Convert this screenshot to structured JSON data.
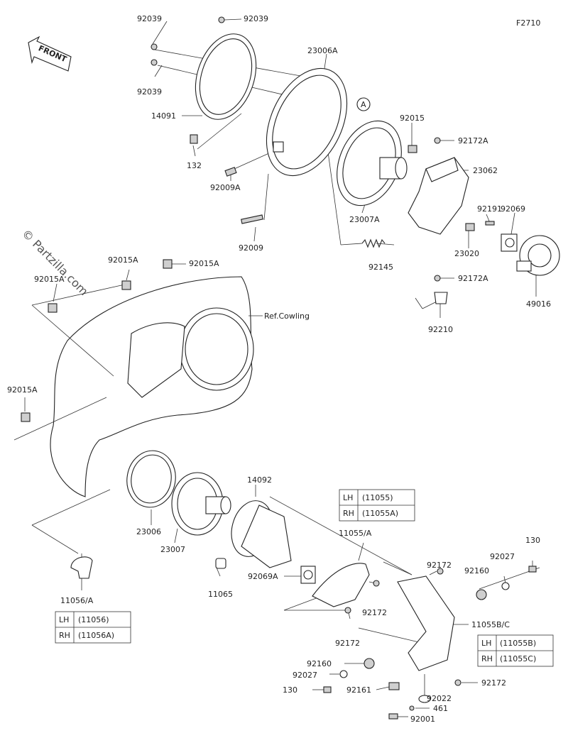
{
  "figure_code": "F2710",
  "watermark": "© Partzilla.com",
  "front_label": "FRONT",
  "ref_label": "Ref.Cowling",
  "callouts": {
    "c92039_top": "92039",
    "c92039_right": "92039",
    "c92039_low": "92039",
    "c14091": "14091",
    "c23006A": "23006A",
    "c132": "132",
    "c92009A": "92009A",
    "c92009": "92009",
    "c92015": "92015",
    "c92172A_top": "92172A",
    "c23062": "23062",
    "c23007A": "23007A",
    "c92191": "92191",
    "c92069": "92069",
    "c23020": "23020",
    "c92145": "92145",
    "c92172A_bot": "92172A",
    "c49016": "49016",
    "c92210": "92210",
    "c92015A_a": "92015A",
    "c92015A_b": "92015A",
    "c92015A_c": "92015A",
    "c92015A_d": "92015A",
    "c14092": "14092",
    "c23006": "23006",
    "c23007": "23007",
    "c11065": "11065",
    "c92069A": "92069A",
    "c11055A": "11055/A",
    "c92172_a": "92172",
    "c92172_b": "92172",
    "c92172_c": "92172",
    "c92172_d": "92172",
    "c130_top": "130",
    "c92027_top": "92027",
    "c92160_top": "92160",
    "c11055BC": "11055B/C",
    "c92160_bot": "92160",
    "c92027_bot": "92027",
    "c130_bot": "130",
    "c92161": "92161",
    "c92022": "92022",
    "c461": "461",
    "c92001": "92001",
    "c11056A": "11056/A"
  },
  "ref_a": "A",
  "tables": {
    "t11055": {
      "lh": "LH",
      "lh_part": "(11055)",
      "rh": "RH",
      "rh_part": "(11055A)"
    },
    "t11055b": {
      "lh": "LH",
      "lh_part": "(11055B)",
      "rh": "RH",
      "rh_part": "(11055C)"
    },
    "t11056": {
      "lh": "LH",
      "lh_part": "(11056)",
      "rh": "RH",
      "rh_part": "(11056A)"
    }
  }
}
